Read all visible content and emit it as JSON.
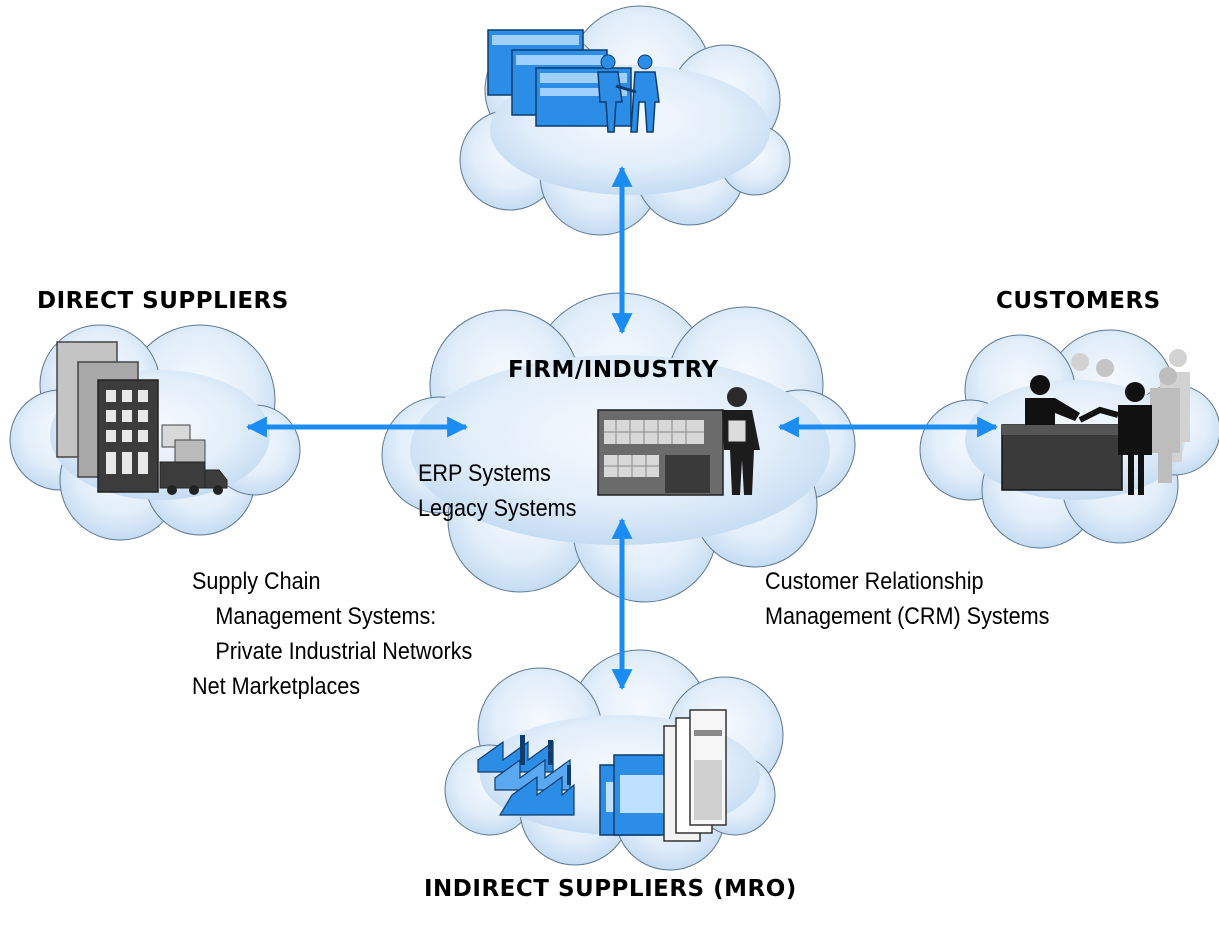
{
  "nodes": {
    "direct_suppliers": {
      "label": "DIRECT  SUPPLIERS",
      "icon": "buildings-and-trucks-icon"
    },
    "customers": {
      "label": "CUSTOMERS",
      "icon": "customer-service-counter-icon"
    },
    "firm": {
      "label": "FIRM/INDUSTRY",
      "icon": "office-and-worker-icon"
    },
    "indirect_suppliers": {
      "label": "INDIRECT  SUPPLIERS (MRO)",
      "icon": "factory-and-servers-icon"
    },
    "partners": {
      "label": "",
      "icon": "business-partners-handshake-icon"
    }
  },
  "firm_systems": [
    "ERP Systems",
    "Legacy Systems"
  ],
  "links": {
    "supply_chain": [
      "Supply Chain",
      "Management Systems:",
      "Private Industrial Networks",
      "Net Marketplaces"
    ],
    "crm": [
      "Customer Relationship",
      "Management (CRM) Systems"
    ]
  },
  "colors": {
    "arrow": "#1a8cf2",
    "cloud_light": "#f1f7fd",
    "cloud_dark": "#bcd6f0",
    "icon_blue": "#2b8de6"
  }
}
